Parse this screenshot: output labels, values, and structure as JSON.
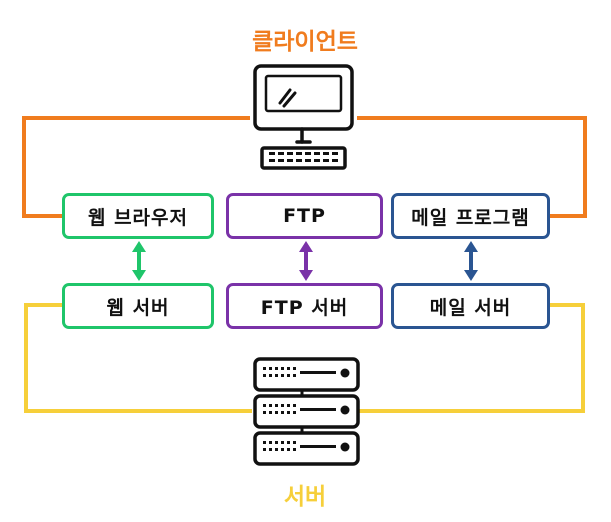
{
  "colors": {
    "client": "#f07c1e",
    "server": "#f6cf3a",
    "web": "#1fc56a",
    "ftp": "#7a32a8",
    "mail": "#2a5592",
    "ink": "#111111"
  },
  "client": {
    "label": "클라이언트",
    "icon": "desktop-computer-icon"
  },
  "server": {
    "label": "서버",
    "icon": "server-rack-icon"
  },
  "client_apps": [
    {
      "id": "web",
      "label": "웹 브라우저"
    },
    {
      "id": "ftp",
      "label": "FTP"
    },
    {
      "id": "mail",
      "label": "메일 프로그램"
    }
  ],
  "server_apps": [
    {
      "id": "web",
      "label": "웹 서버"
    },
    {
      "id": "ftp",
      "label": "FTP 서버"
    },
    {
      "id": "mail",
      "label": "메일 서버"
    }
  ]
}
